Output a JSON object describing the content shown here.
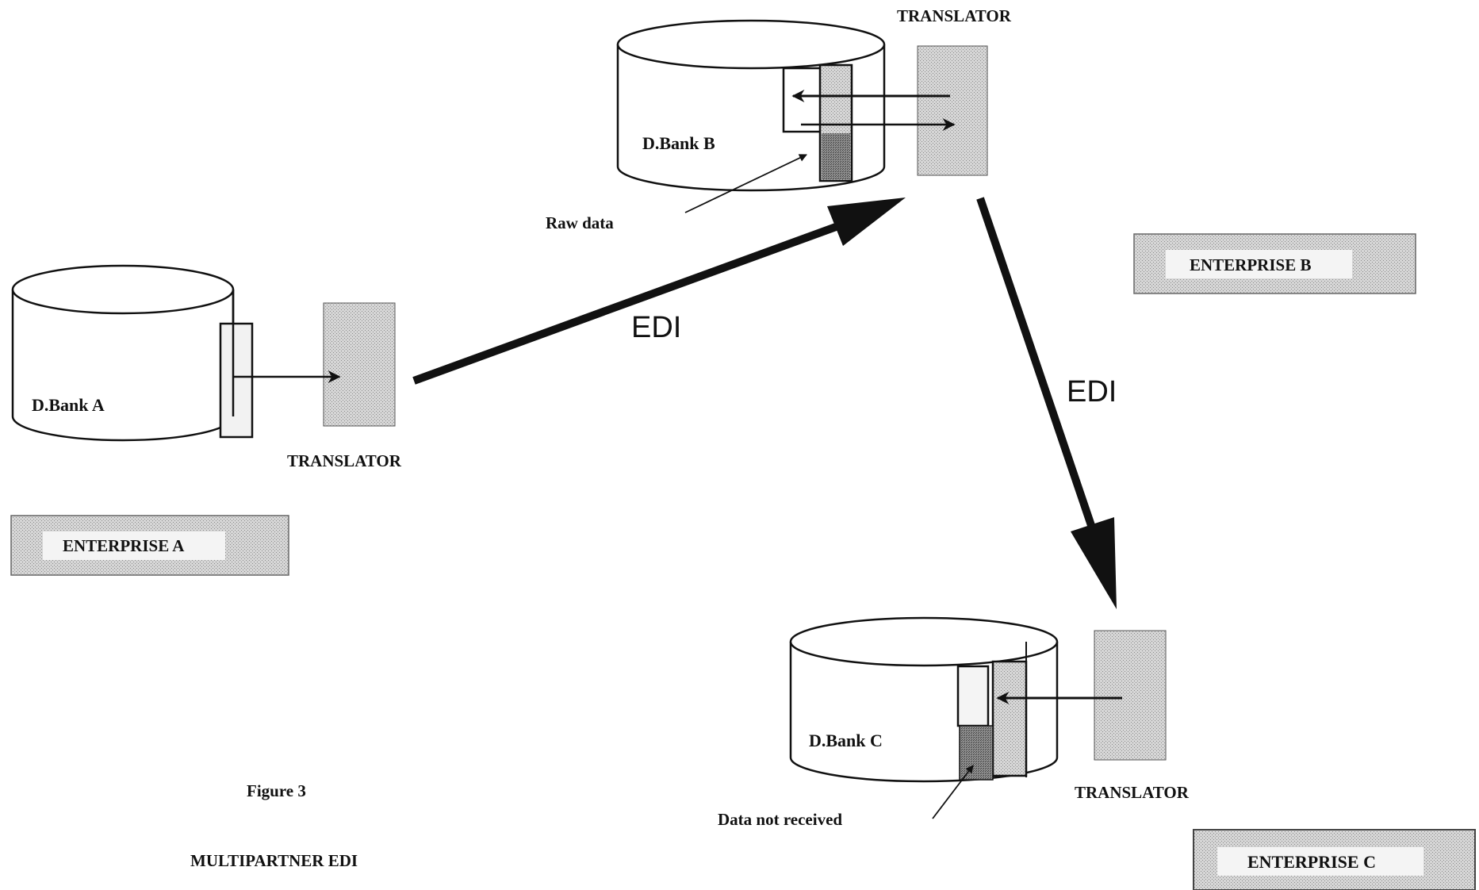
{
  "databanks": {
    "a": {
      "label": "D.Bank A"
    },
    "b": {
      "label": "D.Bank B"
    },
    "c": {
      "label": "D.Bank C"
    }
  },
  "translators": {
    "a": "TRANSLATOR",
    "b": "TRANSLATOR",
    "c": "TRANSLATOR"
  },
  "enterprises": {
    "a": "ENTERPRISE A",
    "b": "ENTERPRISE B",
    "c": "ENTERPRISE C"
  },
  "flows": {
    "a_to_b": "EDI",
    "b_to_c": "EDI"
  },
  "annotations": {
    "raw_data": "Raw data",
    "data_not_received": "Data not received"
  },
  "caption": {
    "figure": "Figure 3",
    "title": "MULTIPARTNER EDI"
  },
  "colors": {
    "ink": "#111111",
    "stipple": "#c8c8c8",
    "dark_stipple": "#7a7a7a"
  }
}
